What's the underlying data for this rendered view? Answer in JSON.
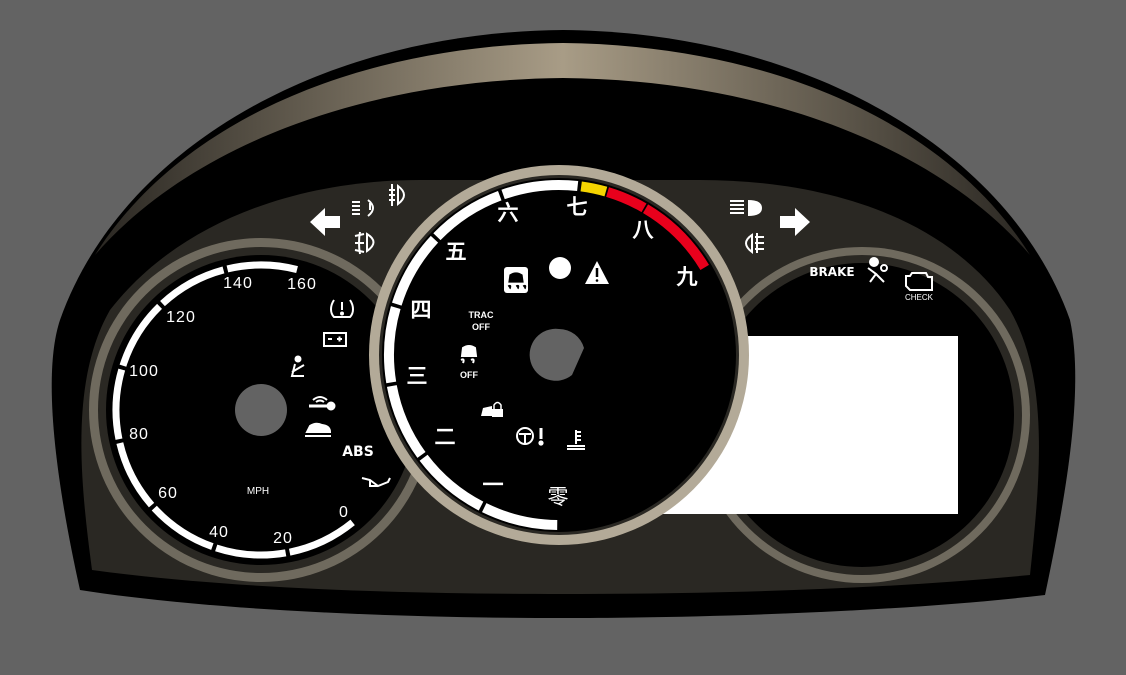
{
  "speedometer": {
    "unit": "MPH",
    "ticks": [
      "0",
      "20",
      "40",
      "60",
      "80",
      "100",
      "120",
      "140",
      "160"
    ]
  },
  "tachometer": {
    "ticks": [
      "零",
      "一",
      "二",
      "三",
      "四",
      "五",
      "六",
      "七",
      "八",
      "九"
    ]
  },
  "indicators": {
    "abs": "ABS",
    "trac_off": [
      "TRAC",
      "OFF"
    ],
    "skid_off": "OFF",
    "brake": "BRAKE",
    "check": "CHECK"
  },
  "colors": {
    "background": "#636363",
    "bezel": "#b3aa98",
    "caution": "#f5d400",
    "redline": "#e8001c"
  }
}
